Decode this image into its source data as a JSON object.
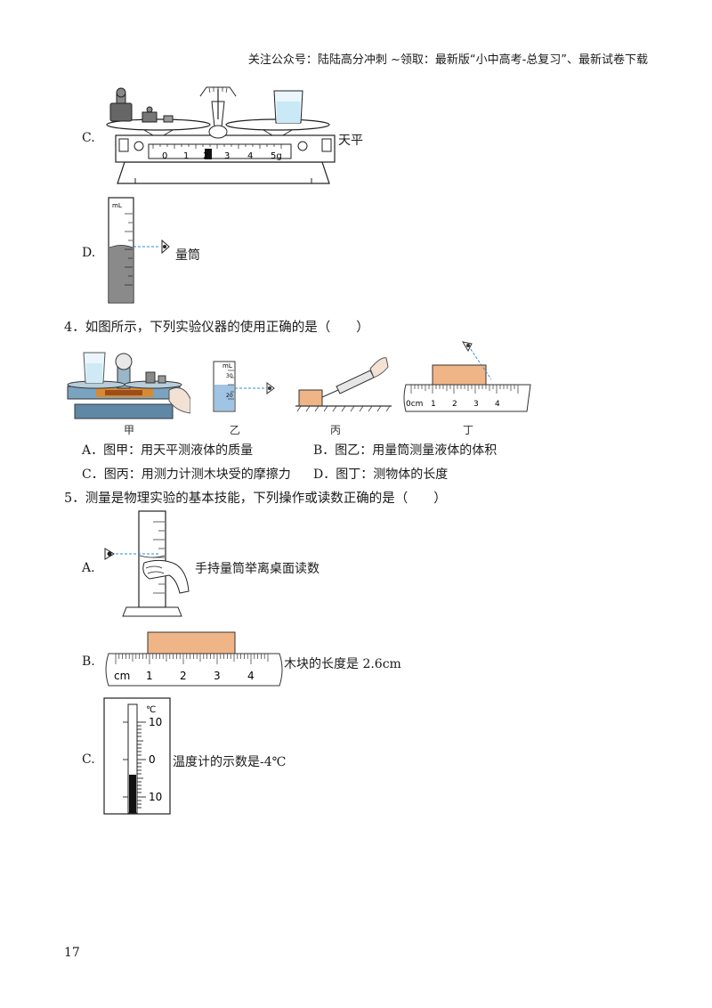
{
  "header": {
    "text": "关注公众号：陆陆高分冲刺  ~领取：最新版“小中高考-总复习”、最新试卷下载"
  },
  "q3": {
    "optC": {
      "letter": "C.",
      "label": "天平",
      "scale": [
        "0",
        "1",
        "2",
        "3",
        "4",
        "5g"
      ]
    },
    "optD": {
      "letter": "D.",
      "label": "量筒",
      "unit": "mL"
    }
  },
  "q4": {
    "stem": "4．如图所示，下列实验仪器的使用正确的是（　　）",
    "captions": [
      "甲",
      "乙",
      "丙",
      "丁"
    ],
    "cylinder_ticks": [
      "30",
      "20"
    ],
    "cylinder_unit": "mL",
    "ruler": [
      "0cm",
      "1",
      "2",
      "3",
      "4"
    ],
    "options": {
      "A": "A．图甲：用天平测液体的质量",
      "B": "B．图乙：用量筒测量液体的体积",
      "C": "C．图丙：用测力计测木块受的摩擦力",
      "D": "D．图丁：测物体的长度"
    }
  },
  "q5": {
    "stem": "5．测量是物理实验的基本技能，下列操作或读数正确的是（　　）",
    "optA": {
      "letter": "A.",
      "text": "手持量筒举离桌面读数"
    },
    "optB": {
      "letter": "B.",
      "text": "木块的长度是 2.6cm",
      "ruler": [
        "cm",
        "1",
        "2",
        "3",
        "4"
      ]
    },
    "optC": {
      "letter": "C.",
      "text": "温度计的示数是-4℃",
      "unit": "℃",
      "ticks": [
        "10",
        "0",
        "10"
      ]
    }
  },
  "page_number": "17"
}
